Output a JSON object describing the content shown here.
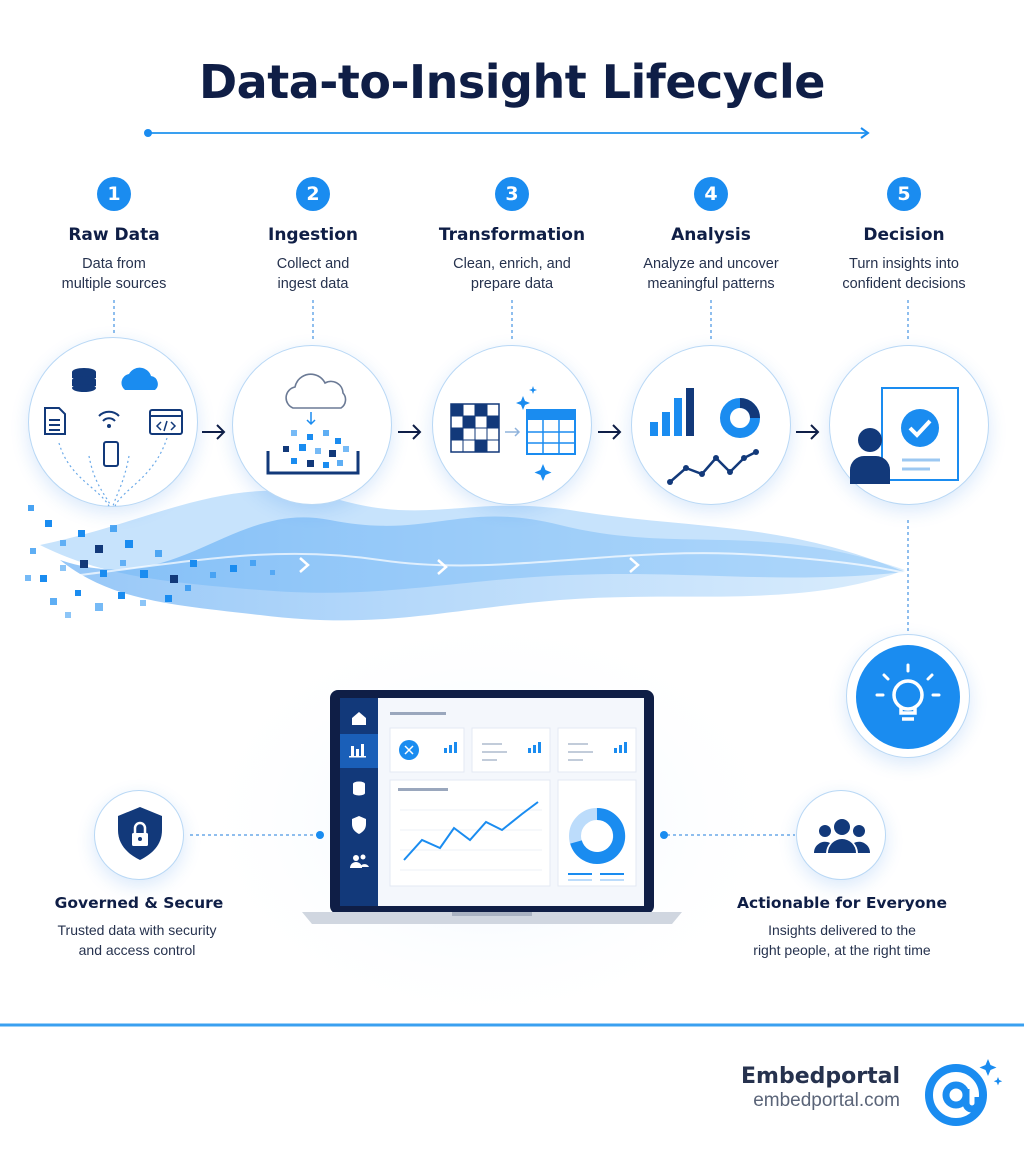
{
  "title": "Data-to-Insight Lifecycle",
  "steps": [
    {
      "number": "1",
      "title": "Raw Data",
      "desc_lines": [
        "Data from",
        "multiple sources"
      ]
    },
    {
      "number": "2",
      "title": "Ingestion",
      "desc_lines": [
        "Collect and",
        "ingest data"
      ]
    },
    {
      "number": "3",
      "title": "Transformation",
      "desc_lines": [
        "Clean, enrich, and",
        "prepare data"
      ]
    },
    {
      "number": "4",
      "title": "Analysis",
      "desc_lines": [
        "Analyze and uncover",
        "meaningful patterns"
      ]
    },
    {
      "number": "5",
      "title": "Decision",
      "desc_lines": [
        "Turn insights into",
        "confident decisions"
      ]
    }
  ],
  "features": [
    {
      "title": "Governed & Secure",
      "desc_lines": [
        "Trusted data with security",
        "and access control"
      ],
      "icon": "shield-lock-icon"
    },
    {
      "title": "Actionable for Everyone",
      "desc_lines": [
        "Insights delivered to the",
        "right people, at the right time"
      ],
      "icon": "users-group-icon"
    }
  ],
  "brand": {
    "name": "Embedportal",
    "url": "embedportal.com",
    "icon": "at-sign-logo"
  },
  "colors": {
    "primary": "#1a8cf0",
    "dark": "#0f1e46",
    "navy": "#12397a",
    "light": "#d7ebfc",
    "accent_line": "#3aa0f0"
  }
}
